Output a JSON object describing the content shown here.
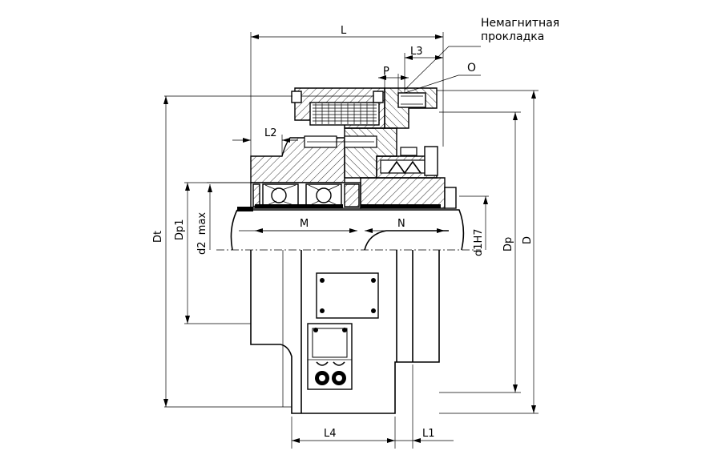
{
  "callouts": {
    "nonmagnetic_gasket": "Немагнитная прокладка",
    "nonmagnetic_gasket_line1": "Немагнитная",
    "nonmagnetic_gasket_line2": "прокладка",
    "O": "O"
  },
  "dimensions": {
    "L": "L",
    "L1": "L1",
    "L2": "L2",
    "L3": "L3",
    "L4": "L4",
    "P": "P",
    "M": "M",
    "N": "N",
    "Dt": "Dt",
    "Dp1": "Dp1",
    "d2max": "d2  max",
    "d1H7": "d1H7",
    "Dp": "Dp",
    "D": "D"
  }
}
